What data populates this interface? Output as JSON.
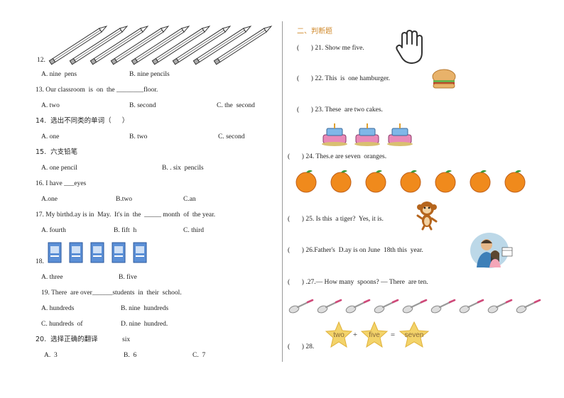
{
  "left": {
    "q12": {
      "num": "12.",
      "a": "A. nine  pens",
      "b": "B. nine pencils"
    },
    "q13": {
      "q": "13. Our classroom  is  on  the ________floor.",
      "a": "A. two",
      "b": "B. second",
      "c": "C. the  second"
    },
    "q14": {
      "q": "14.  选出不同类的单词（     ）",
      "a": "A. one",
      "b": "B. two",
      "c": "C. second"
    },
    "q15": {
      "q": "15.  六支铅笔",
      "a": "A. one pencil",
      "b": "B. . six  pencils"
    },
    "q16": {
      "q": "16. I have ___eyes",
      "a": "A.one",
      "b": "B.two",
      "c": "C.an"
    },
    "q17": {
      "q": "17. My birthd.ay is in  May.  It's in  the  _____ month  of  the year.",
      "a": "A. fourth",
      "b": "B. fift  h",
      "c": "C. third"
    },
    "q18": {
      "num": "18.",
      "a": "A. three",
      "b": "B. five"
    },
    "q19": {
      "q": "19. There  are over______students  in  their  school.",
      "a": "A. hundreds",
      "b": "B. nine  hundreds",
      "c": "C. hundreds  of",
      "d": "D. nine  hundred."
    },
    "q20": {
      "q": "20.  选择正确的翻译",
      "word": "six",
      "a": "A.  3",
      "b": "B.  6",
      "c": "C.  7"
    }
  },
  "right": {
    "section_title": "二、判断题",
    "q21": "(       ) 21. Show me five.",
    "q22": "(       ) 22. This  is  one hamburger.",
    "q23": "(       ) 23. These  are two cakes.",
    "q24": "(       ) 24. Thes.e are seven  oranges.",
    "q25": "(       ) 25. Is this  a tiger?  Yes, it is.",
    "q26": "(       ) 26.Father's  D.ay is on June  18th this  year.",
    "q27": "(       ) .27.— How many  spoons? — There  are ten.",
    "q28": "(       ) 28.",
    "eq": {
      "w1": "two",
      "op": "+",
      "w2": "five",
      "eq": "=",
      "w3": "seven"
    }
  },
  "colors": {
    "header": "#d08a2c",
    "orange": "#f08a1c",
    "star": "#f3d36a"
  }
}
